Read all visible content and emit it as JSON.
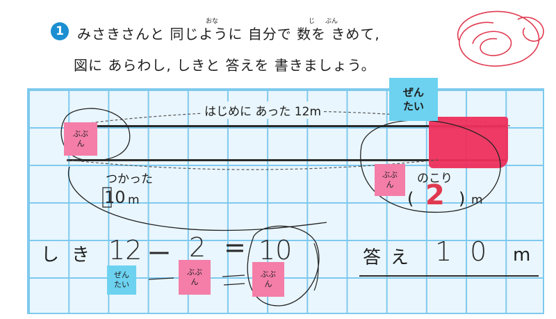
{
  "question": {
    "number": "1",
    "line1": "みさきさんと 同じように 自分で 数を きめて,",
    "line2": "図に あらわし, しきと 答えを 書きましょう。",
    "ruby": [
      "おな",
      "じ",
      "ぶん"
    ]
  },
  "diagram": {
    "top_label": "はじめに あった 12m",
    "used_label": "つかった",
    "used_value": "10",
    "used_unit": "m",
    "left_label": "のこり",
    "left_paren_open": "(",
    "left_value": "2",
    "left_paren_close": ")",
    "left_unit": "m"
  },
  "formula": {
    "label": "しき",
    "a": "12",
    "op": "ー",
    "b": "2",
    "eq": "=",
    "result": "10"
  },
  "answer": {
    "label": "答え",
    "value": "10",
    "unit": "m"
  },
  "notes": {
    "whole_top": "ぜん\nたい",
    "part_left": "ぶぶ\nん",
    "part_right": "ぶぶ\nん",
    "formula_whole": "ぜん\nたい",
    "formula_part1": "ぶぶ\nん",
    "formula_part2": "ぶぶ\nん"
  },
  "colors": {
    "accent": "#1b8fd1",
    "grid": "#7ec9ee",
    "pink_note": "#f47ea8",
    "blue_note": "#6cd2f0",
    "highlight": "#ee2f5c",
    "red_ink": "#e0394f"
  }
}
